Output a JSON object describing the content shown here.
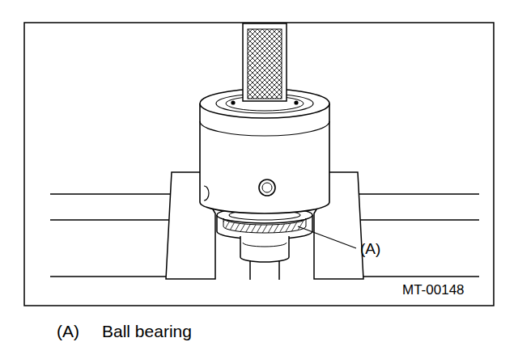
{
  "diagram": {
    "labels": [
      "(A)",
      "MT-00148",
      "(A)",
      "Ball bearing"
    ]
  }
}
